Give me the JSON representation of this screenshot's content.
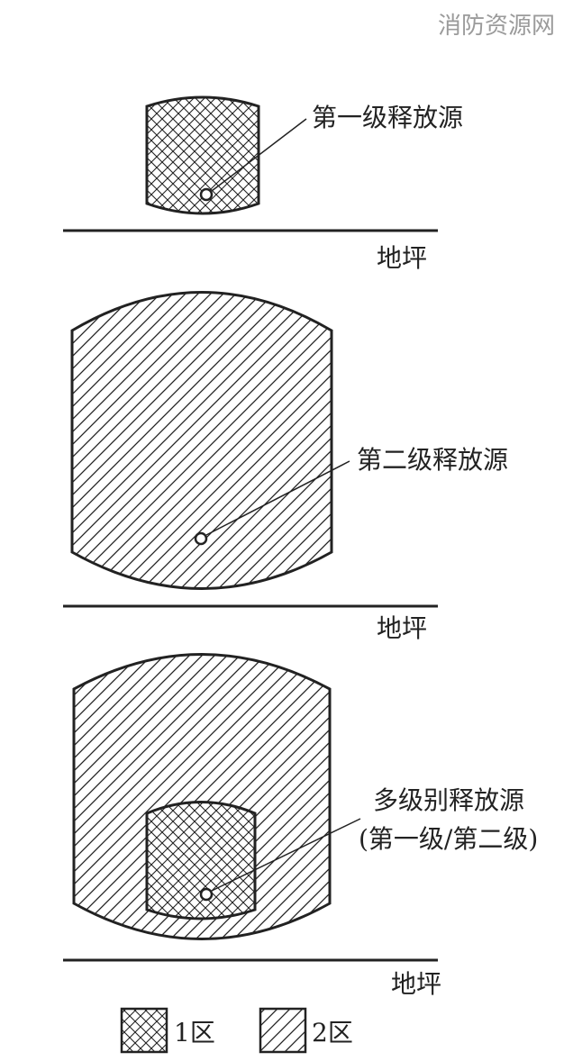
{
  "watermark": "消防资源网",
  "panels": [
    {
      "source_label": "第一级释放源",
      "ground_label": "地坪"
    },
    {
      "source_label": "第二级释放源",
      "ground_label": "地坪"
    },
    {
      "source_label_line1": "多级别释放源",
      "source_label_line2": "(第一级/第二级)",
      "ground_label": "地坪"
    }
  ],
  "legend": [
    {
      "pattern": "cross-hatch",
      "label": "1区"
    },
    {
      "pattern": "diagonal-hatch",
      "label": "2区"
    }
  ],
  "colors": {
    "stroke": "#222222",
    "background": "#ffffff",
    "watermark": "#9b9b9b"
  }
}
